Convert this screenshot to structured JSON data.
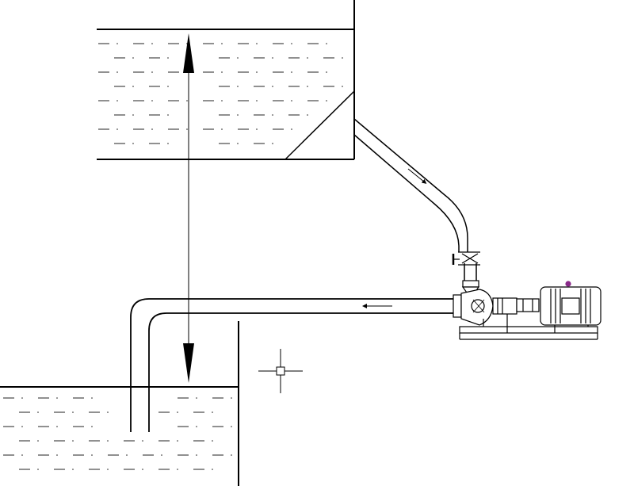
{
  "diagram": {
    "colors": {
      "line": "#000000",
      "background": "#ffffff",
      "water_dash": "#222222",
      "motor_accent": "#8a2a8a"
    },
    "elements": [
      "upper-tank",
      "lower-tank",
      "discharge-pipe",
      "suction-pipe",
      "gate-valve",
      "centrifugal-pump",
      "electric-motor",
      "base-frame",
      "head-dimension-line",
      "cad-crosshair"
    ]
  }
}
